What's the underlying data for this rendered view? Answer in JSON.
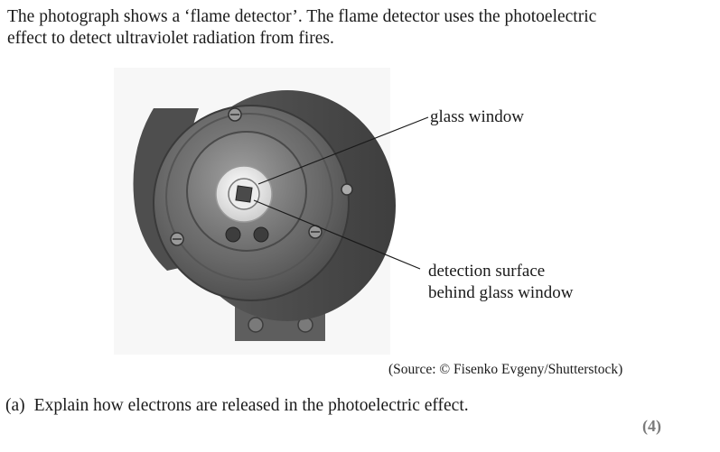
{
  "intro": {
    "line1": "The photograph shows a ‘flame detector’. The flame detector uses the photoelectric",
    "line2": "effect to detect ultraviolet radiation from fires."
  },
  "figure": {
    "labels": {
      "glass_window": "glass window",
      "detection_line1": "detection surface",
      "detection_line2": "behind glass window"
    },
    "source": "(Source: © Fisenko Evgeny/Shutterstock)"
  },
  "question": {
    "number": "(a)",
    "text": "Explain how electrons are released in the photoelectric effect.",
    "marks": "(4)"
  }
}
